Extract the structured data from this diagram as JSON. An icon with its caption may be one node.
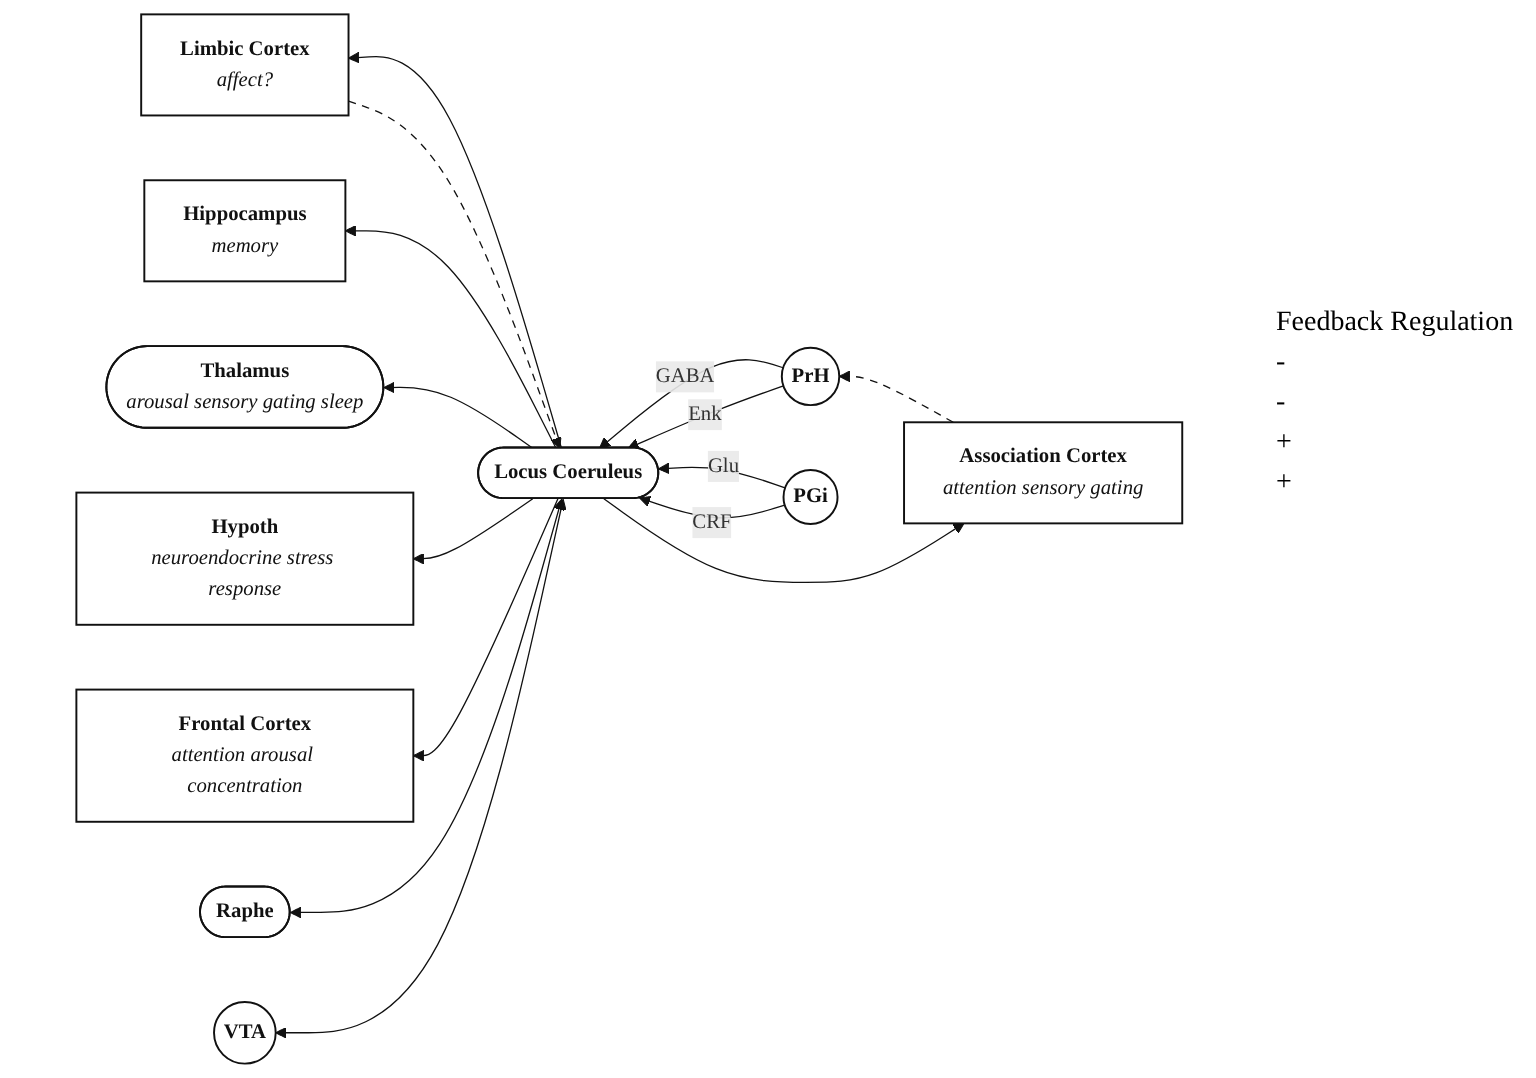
{
  "diagram": {
    "nodes": [
      {
        "text": [
          "Association Cortex",
          "attention sensory gating"
        ]
      },
      {
        "text": [
          "Limbic Cortex",
          "affect?"
        ]
      },
      {
        "text": [
          "Hippocampus",
          "memory"
        ]
      },
      {
        "text": [
          "Thalamus",
          "arousal sensory gating sleep"
        ]
      },
      {
        "text": [
          "Hypoth",
          "neuroendocrine stress response"
        ]
      },
      {
        "text": [
          "Frontal Cortex",
          "attention arousal concentration"
        ]
      },
      {
        "text": [
          "Locus Coeruleus"
        ]
      },
      {
        "text": [
          "Raphe"
        ]
      },
      {
        "text": [
          "VTA"
        ]
      },
      {
        "text": [
          "PrH"
        ]
      },
      {
        "text": [
          "PGi"
        ]
      }
    ],
    "edges": [
      {
        "from": 6,
        "to": 0,
        "arrow": "to"
      },
      {
        "from": 6,
        "to": 1,
        "arrow": "to"
      },
      {
        "from": 6,
        "to": 2,
        "arrow": "to"
      },
      {
        "from": 6,
        "to": 3,
        "arrow": "to"
      },
      {
        "from": 6,
        "to": 4,
        "arrow": "to"
      },
      {
        "from": 6,
        "to": 5,
        "arrow": "to"
      },
      {
        "from": 6,
        "to": 7,
        "arrow": "both"
      },
      {
        "from": 6,
        "to": 8,
        "arrow": "both"
      },
      {
        "from": 9,
        "to": 6,
        "arrow": "to",
        "label": "GABA"
      },
      {
        "from": 9,
        "to": 6,
        "arrow": "to",
        "label": "Enk"
      },
      {
        "from": 10,
        "to": 6,
        "arrow": "to",
        "label": "Glu"
      },
      {
        "from": 10,
        "to": 6,
        "arrow": "to",
        "label": "CRF"
      },
      {
        "from": 0,
        "to": 9,
        "arrow": "to",
        "style": "dashed"
      },
      {
        "from": 1,
        "to": 6,
        "arrow": "to",
        "style": "dashed"
      }
    ],
    "labels": [
      "Feedback Regulation",
      "-",
      "-",
      "+",
      "+"
    ]
  }
}
